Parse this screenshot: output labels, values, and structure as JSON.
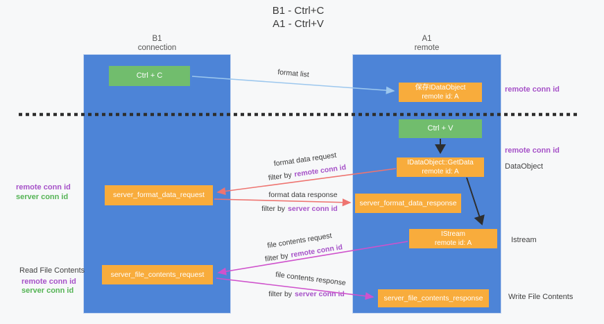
{
  "title": {
    "line1": "B1 - Ctrl+C",
    "line2": "A1 - Ctrl+V"
  },
  "columns": {
    "left": {
      "header_line1": "B1",
      "header_line2": "connection"
    },
    "right": {
      "header_line1": "A1",
      "header_line2": "remote"
    }
  },
  "boxes": {
    "ctrl_c": {
      "label": "Ctrl + C"
    },
    "save_idataobject": {
      "line1": "保存IDataObject",
      "line2": "remote id: A"
    },
    "ctrl_v": {
      "label": "Ctrl + V"
    },
    "getdata": {
      "line1": "IDataObject::GetData",
      "line2": "remote id: A"
    },
    "server_format_data_request": {
      "label": "server_format_data_request"
    },
    "server_format_data_response": {
      "label": "server_format_data_response"
    },
    "istream": {
      "line1": "IStream",
      "line2": "remote id: A"
    },
    "server_file_contents_request": {
      "label": "server_file_contents_request"
    },
    "server_file_contents_response": {
      "label": "server_file_contents_response"
    }
  },
  "annotations": {
    "right_remote_conn_id_top": "remote conn id",
    "right_remote_conn_id_mid": "remote conn id",
    "dataobject": "DataObject",
    "istream": "Istream",
    "write_file_contents": "Write File Contents",
    "left_remote_conn_id_top": "remote conn id",
    "left_server_conn_id_top": "server conn id",
    "read_file_contents": "Read File Contents",
    "left_remote_conn_id_bottom": "remote conn id",
    "left_server_conn_id_bottom": "server conn id"
  },
  "arrow_labels": {
    "format_list": "format list",
    "format_data_request": "format data request",
    "format_data_response": "format data response",
    "file_contents_request": "file contents request",
    "file_contents_response": "file contents response",
    "filters": {
      "fmt_req": {
        "prefix": "filter by",
        "key": "remote conn id"
      },
      "fmt_resp": {
        "prefix": "filter by",
        "key": "server conn id"
      },
      "file_req": {
        "prefix": "filter by",
        "key": "remote conn id"
      },
      "file_resp": {
        "prefix": "filter by",
        "key": "server conn id"
      }
    }
  },
  "colors": {
    "background": "#f7f8f9",
    "column_blue": "#4d84d7",
    "box_green": "#71bd6d",
    "box_orange": "#f8ac3c",
    "box_text": "#ffffff",
    "purple_label": "#a652c8",
    "green_label": "#55b455",
    "dark_text": "#404040",
    "arrow_lightblue": "#9cc7ee",
    "arrow_red": "#ee7470",
    "arrow_magenta": "#cf52cc",
    "arrow_black": "#2e2e2e",
    "dashed_line": "#2e2e2e"
  }
}
